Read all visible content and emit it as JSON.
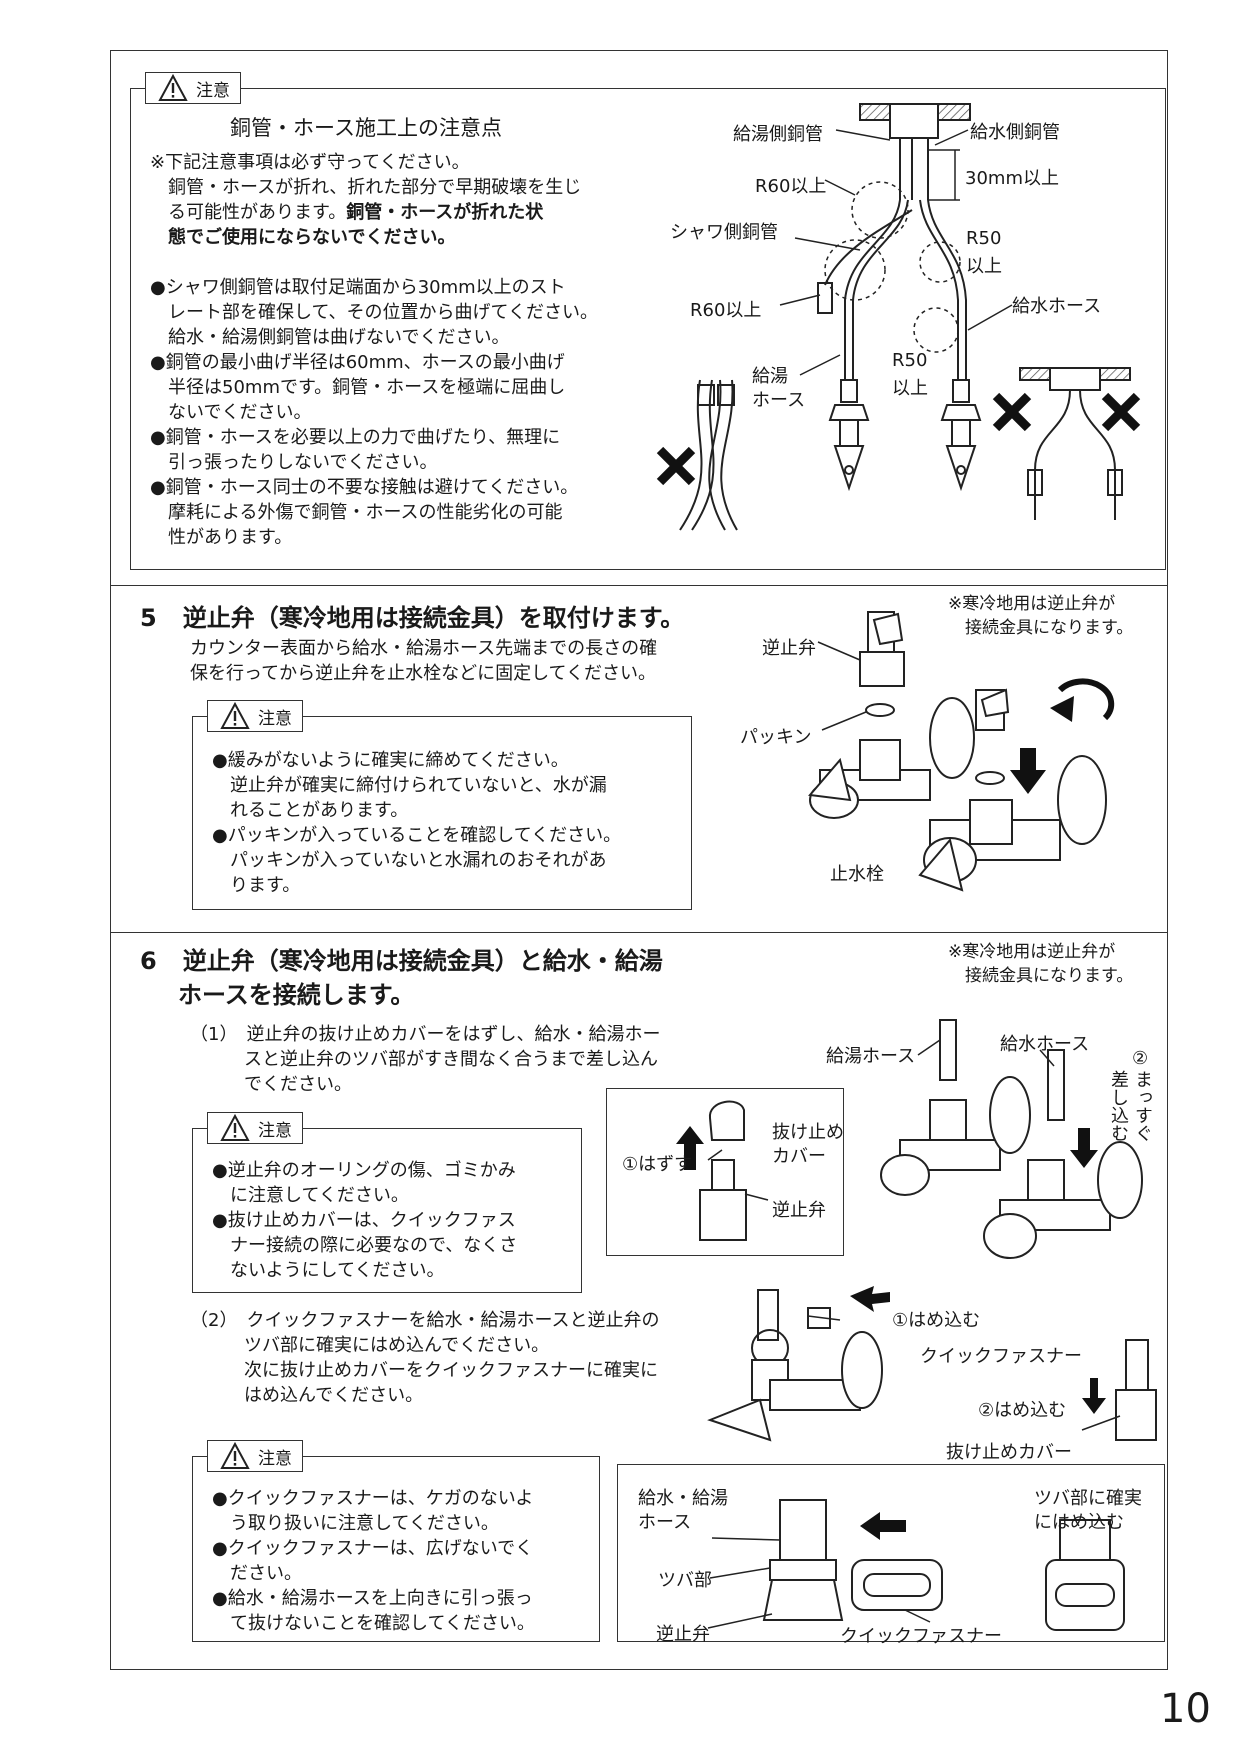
{
  "caution_label": "注意",
  "section_top": {
    "heading": "銅管・ホース施工上の注意点",
    "note_lines": [
      "※下記注意事項は必ず守ってください。",
      "　銅管・ホースが折れ、折れた部分で早期破壊を生じ",
      "　る可能性があります。"
    ],
    "note_bold_1": "銅管・ホースが折れた状",
    "note_bold_2": "　態でご使用にならないでください。",
    "bullets": [
      "●シャワ側銅管は取付足端面から30mm以上のスト",
      "　レート部を確保して、その位置から曲げてください。",
      "　給水・給湯側銅管は曲げないでください。",
      "●銅管の最小曲げ半径は60mm、ホースの最小曲げ",
      "　半径は50mmです。銅管・ホースを極端に屈曲し",
      "　ないでください。",
      "●銅管・ホースを必要以上の力で曲げたり、無理に",
      "　引っ張ったりしないでください。",
      "●銅管・ホース同士の不要な接触は避けてください。",
      "　摩耗による外傷で銅管・ホースの性能劣化の可能",
      "　性があります。"
    ],
    "labels": {
      "hot_pipe": "給湯側銅管",
      "cold_pipe": "給水側銅管",
      "r60_a": "R60以上",
      "dim_30": "30mm以上",
      "shower_pipe": "シャワ側銅管",
      "r50_a_1": "R50",
      "r50_a_2": "以上",
      "r60_b": "R60以上",
      "cold_hose": "給水ホース",
      "hot_hose_1": "給湯",
      "hot_hose_2": "ホース",
      "r50_b_1": "R50",
      "r50_b_2": "以上"
    }
  },
  "section5": {
    "number": "5",
    "title": "逆止弁（寒冷地用は接続金具）を取付けます。",
    "cold_note_1": "※寒冷地用は逆止弁が",
    "cold_note_2": "　接続金具になります。",
    "body": [
      "カウンター表面から給水・給湯ホース先端までの長さの確",
      "保を行ってから逆止弁を止水栓などに固定してください。"
    ],
    "caution": [
      "●緩みがないように確実に締めてください。",
      "　逆止弁が確実に締付けられていないと、水が漏",
      "　れることがあります。",
      "●パッキンが入っていることを確認してください。",
      "　パッキンが入っていないと水漏れのおそれがあ",
      "　ります。"
    ],
    "labels": {
      "check_valve": "逆止弁",
      "packing": "パッキン",
      "stop_valve": "止水栓"
    }
  },
  "section6": {
    "number": "6",
    "title_1": "逆止弁（寒冷地用は接続金具）と給水・給湯",
    "title_2": "ホースを接続します。",
    "cold_note_1": "※寒冷地用は逆止弁が",
    "cold_note_2": "　接続金具になります。",
    "step1": [
      "（1）　逆止弁の抜け止めカバーをはずし、給水・給湯ホー",
      "　　　スと逆止弁のツバ部がすき間なく合うまで差し込ん",
      "　　　でください。"
    ],
    "caution1": [
      "●逆止弁のオーリングの傷、ゴミかみ",
      "　に注意してください。",
      "●抜け止めカバーは、クイックファス",
      "　ナー接続の際に必要なので、なくさ",
      "　ないようにしてください。"
    ],
    "step2": [
      "（2）　クイックファスナーを給水・給湯ホースと逆止弁の",
      "　　　ツバ部に確実にはめ込んでください。",
      "　　　次に抜け止めカバーをクイックファスナーに確実に",
      "　　　はめ込んでください。"
    ],
    "caution2": [
      "●クイックファスナーは、ケガのないよ",
      "　う取り扱いに注意してください。",
      "●クイックファスナーは、広げないでく",
      "　ださい。",
      "●給水・給湯ホースを上向きに引っ張っ",
      "　て抜けないことを確認してください。"
    ],
    "labels": {
      "remove": "①はずす",
      "cover_1": "抜け止め",
      "cover_2": "カバー",
      "check_valve": "逆止弁",
      "hot_hose": "給湯ホース",
      "cold_hose": "給水ホース",
      "straight_num": "②",
      "straight_a": "まっすぐ",
      "straight_b": "差し込む",
      "fit1": "①はめ込む",
      "fastener": "クイックファスナー",
      "fit2": "②はめ込む",
      "cover_full": "抜け止めカバー",
      "hose_1": "給水・給湯",
      "hose_2": "ホース",
      "flange": "ツバ部",
      "valve": "逆止弁",
      "fastener_b": "クイックファスナー",
      "fit_note_1": "ツバ部に確実",
      "fit_note_2": "にはめ込む"
    }
  },
  "page_number": "10"
}
